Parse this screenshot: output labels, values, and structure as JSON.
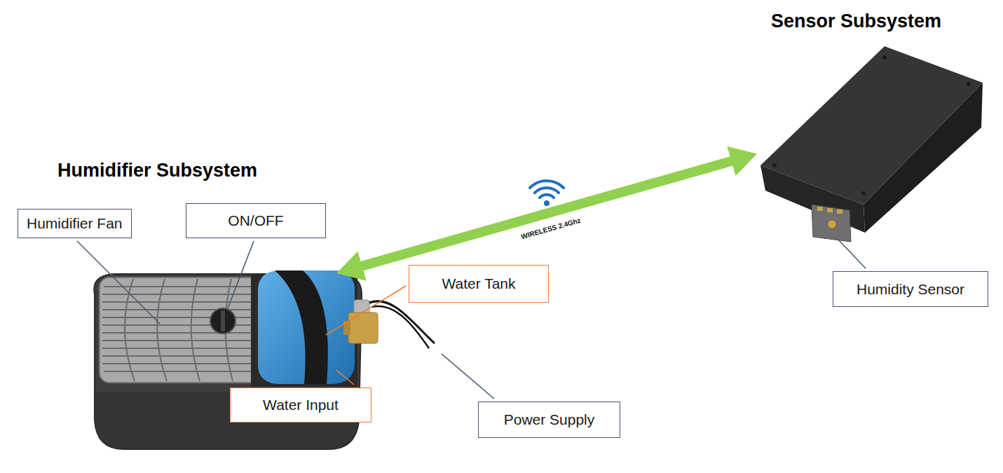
{
  "diagram": {
    "nodes": [
      {
        "text": [
          "Sensor Subsystem"
        ]
      },
      {
        "text": [
          "Humidifier Subsystem"
        ]
      },
      {
        "text": [
          "Humidifier Fan"
        ]
      },
      {
        "text": [
          "ON/OFF"
        ]
      },
      {
        "text": [
          "Water Tank"
        ]
      },
      {
        "text": [
          "Humidity Sensor"
        ]
      },
      {
        "text": [
          "Water Input"
        ]
      },
      {
        "text": [
          "Power Supply"
        ]
      }
    ],
    "edges": [
      {
        "from": 1,
        "to": 0,
        "arrow": "both",
        "label": "WIRELESS 2.4Ghz"
      }
    ]
  }
}
